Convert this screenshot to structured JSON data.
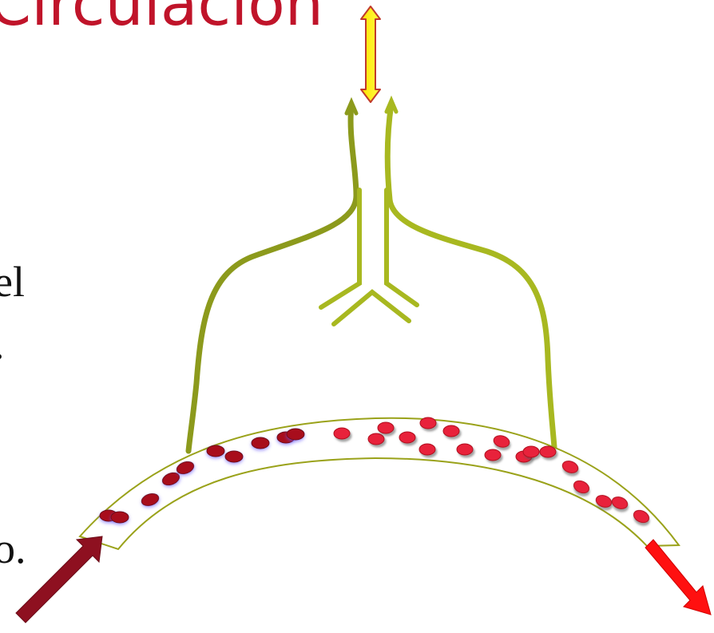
{
  "slide": {
    "title": "Circulación",
    "fragments": [
      "el",
      ".",
      "o."
    ]
  },
  "colors": {
    "title": "#c0142a",
    "airway": "#a8b820",
    "airway_dark": "#7f8a18",
    "capillary_stroke": "#9aa21a",
    "deoxygenated_cell": "#a80f1c",
    "oxygenated_cell": "#e8213b",
    "inflow_arrow": "#8e1020",
    "outflow_arrow": "#ff1010",
    "air_arrow_fill": "#ffff00",
    "air_arrow_stroke": "#c0392b"
  },
  "icons": {
    "air_arrow": "double-headed-vertical-arrow",
    "inflow_arrow": "arrow-up-right",
    "outflow_arrow": "arrow-down-right"
  }
}
